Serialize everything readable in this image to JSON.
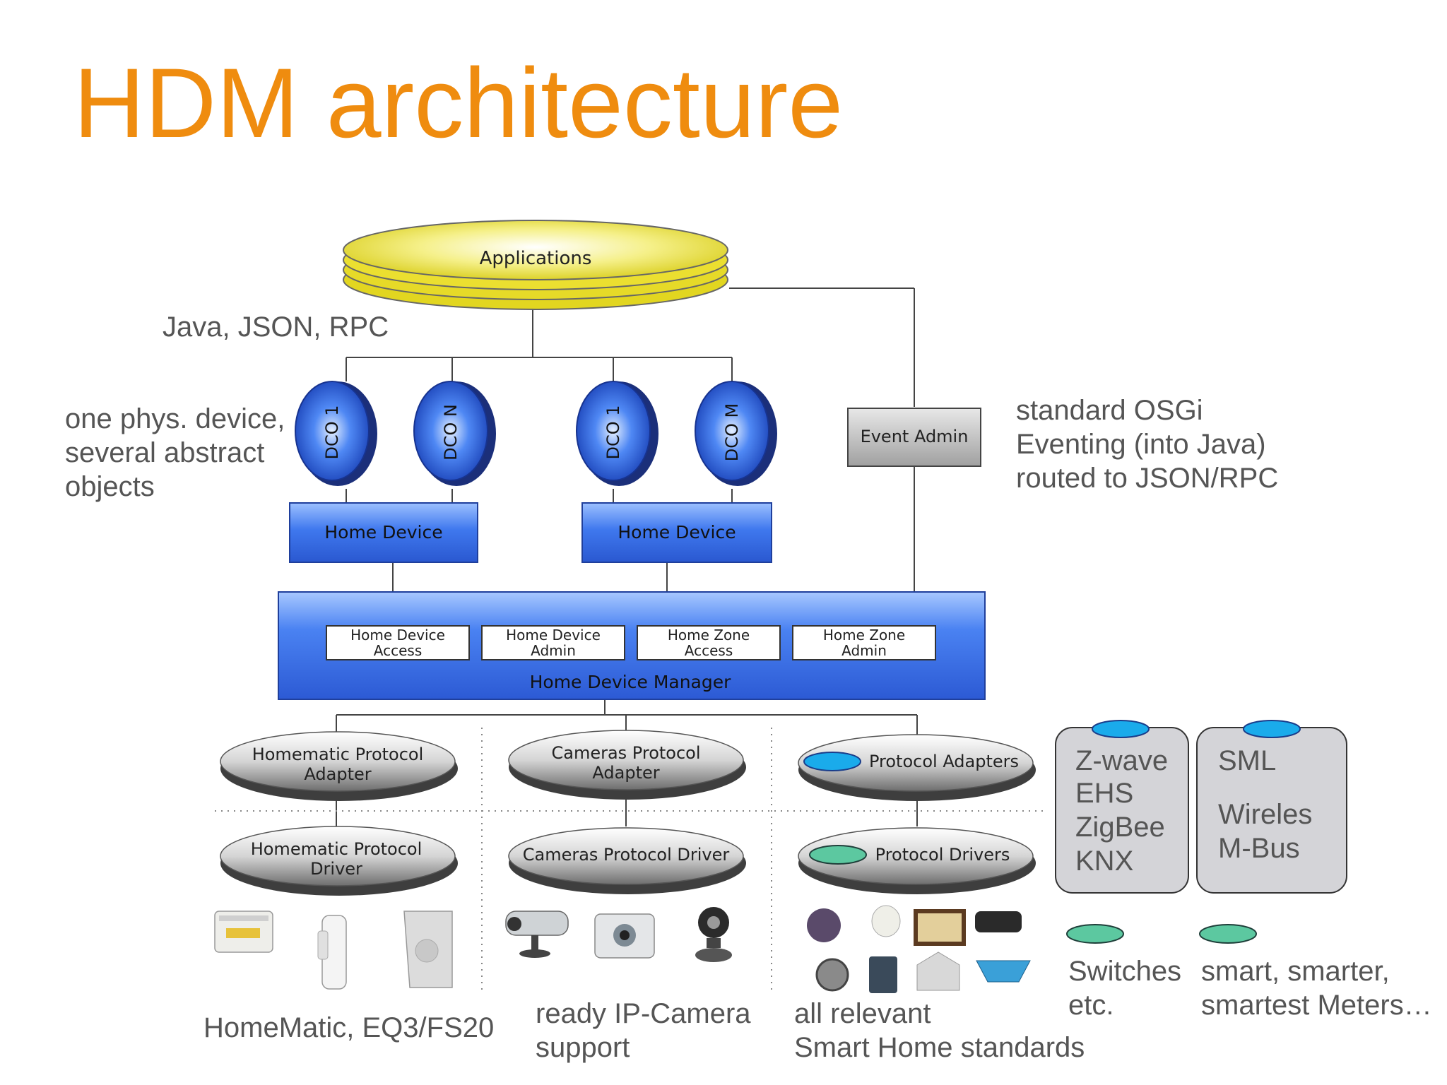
{
  "slide": {
    "title": "HDM architecture"
  },
  "applications": {
    "label": "Applications"
  },
  "annotations": {
    "apps_protocols": "Java, JSON, RPC",
    "dco_note": [
      "one phys. device,",
      "several abstract",
      "objects"
    ],
    "event_note": [
      "standard OSGi",
      "Eventing (into Java)",
      "routed to JSON/RPC"
    ],
    "homematic_note": "HomeMatic, EQ3/FS20",
    "camera_note": [
      "ready IP-Camera",
      "support"
    ],
    "standards_note": [
      "all relevant",
      "Smart Home standards"
    ],
    "switches_note": [
      "Switches",
      "etc."
    ],
    "meters_note": [
      "smart, smarter,",
      "smartest Meters…"
    ]
  },
  "dcos": [
    {
      "label": "DCO 1"
    },
    {
      "label": "DCO N"
    },
    {
      "label": "DCO 1"
    },
    {
      "label": "DCO M"
    }
  ],
  "home_devices": [
    {
      "label": "Home Device"
    },
    {
      "label": "Home Device"
    }
  ],
  "event_admin": {
    "label": "Event Admin"
  },
  "manager": {
    "label": "Home Device Manager",
    "services": [
      {
        "line1": "Home Device",
        "line2": "Access"
      },
      {
        "line1": "Home Device",
        "line2": "Admin"
      },
      {
        "line1": "Home Zone",
        "line2": "Access"
      },
      {
        "line1": "Home Zone",
        "line2": "Admin"
      }
    ]
  },
  "adapters": [
    {
      "line1": "Homematic Protocol",
      "line2": "Adapter"
    },
    {
      "line1": "Cameras Protocol",
      "line2": "Adapter"
    },
    {
      "line1": "Protocol Adapters",
      "line2": ""
    }
  ],
  "drivers": [
    {
      "line1": "Homematic Protocol",
      "line2": "Driver"
    },
    {
      "line1": "Cameras Protocol Driver",
      "line2": ""
    },
    {
      "line1": "Protocol Drivers",
      "line2": ""
    }
  ],
  "standards_boxes": [
    {
      "items": [
        "Z-wave",
        "EHS",
        "ZigBee",
        "KNX"
      ]
    },
    {
      "items": [
        "SML",
        "Wireles",
        "M-Bus"
      ]
    }
  ],
  "colors": {
    "title": "#ef8c0f",
    "adapter_marker": "#1aabeb",
    "driver_marker": "#5cc8a0",
    "blue_box": "#3a6ee8",
    "applications": "#f2ee3a"
  }
}
